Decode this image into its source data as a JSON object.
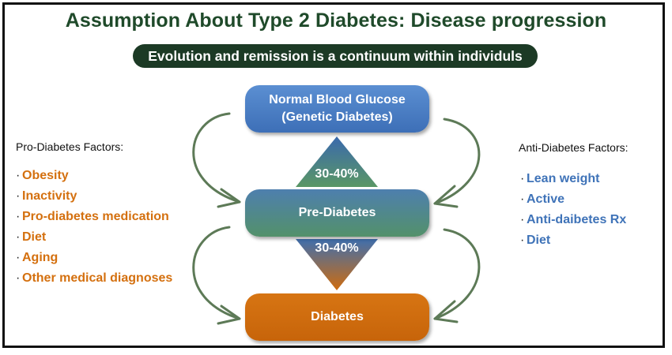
{
  "title": "Assumption About Type 2 Diabetes: Disease progression",
  "subtitle": "Evolution and remission is a continuum within individuls",
  "stages": {
    "normal_line1": "Normal Blood Glucose",
    "normal_line2": "(Genetic Diabetes)",
    "pre": "Pre-Diabetes",
    "diabetes": "Diabetes"
  },
  "transitions": {
    "normal_to_pre": "30-40%",
    "pre_to_diabetes": "30-40%"
  },
  "pro_factors": {
    "heading": "Pro-Diabetes Factors:",
    "items": [
      "Obesity",
      "Inactivity",
      "Pro-diabetes medication",
      "Diet",
      "Aging",
      "Other medical diagnoses"
    ]
  },
  "anti_factors": {
    "heading": "Anti-Diabetes Factors:",
    "items": [
      "Lean weight",
      "Active",
      "Anti-daibetes Rx",
      "Diet"
    ]
  },
  "colors": {
    "title": "#1f4a2a",
    "arrow": "#5d7a57",
    "pro": "#d4700f",
    "anti": "#3f73b8",
    "normal": "#4a7fc4",
    "diabetes": "#cf6c0e"
  }
}
